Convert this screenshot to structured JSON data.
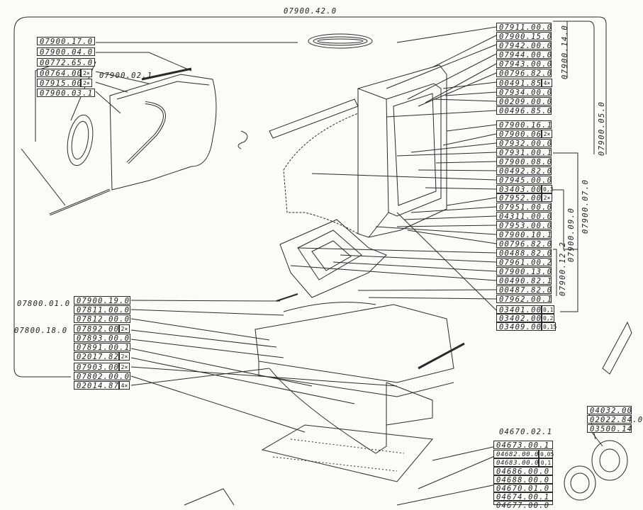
{
  "assembly_top": "07900.42.0",
  "sub_assemblies": {
    "a": "07900.14.0",
    "b": "07900.05.0",
    "c": "07900.07.0",
    "d": "07900.09.0",
    "e": "07900.12.2",
    "f": "07900.02.1",
    "g": "07800.01.0",
    "h": "07800.18.0",
    "i": "04670.02.1"
  },
  "left_parts": [
    "07900.17.0",
    "07900.04.0",
    "00772.65.0",
    "00764.00.0",
    "07915.00.0",
    "07900.03.1"
  ],
  "left_qty": [
    "2×",
    "2×"
  ],
  "right_group_1": [
    "07911.00.0",
    "07900.15.0",
    "07942.00.0",
    "07944.00.0",
    "07943.00.0",
    "00796.82.0"
  ],
  "right_group_2": [
    "00491.85.0",
    "07934.00.0",
    "00209.00.0",
    "00496.85.0"
  ],
  "right_group_2_qty": "4×",
  "right_group_3": [
    "07900.16.1",
    "07900.06.0",
    "07932.00.0",
    "07931.00.1"
  ],
  "right_group_3_qty": "2×",
  "right_group_4": [
    "07900.08.0",
    "00492.82.0",
    "07945.00.0",
    "03403.00.0"
  ],
  "right_group_4_qty": "0,3",
  "right_group_5": [
    "07952.00.0",
    "07951.00.0",
    "04311.00.0",
    "07953.00.0",
    "07900.10.1",
    "00796.82.0"
  ],
  "right_group_5_qty": "2×",
  "right_group_6": [
    "00488.82.0",
    "07961.00.2",
    "07900.13.0",
    "00490.82.1",
    "00487.82.0",
    "07962.00.1"
  ],
  "right_group_7": [
    "03401.00.0",
    "03402.00.0",
    "03409.00.0"
  ],
  "right_group_7_qty": [
    "0,1",
    "0,2",
    "0,15"
  ],
  "lower_left_group_1": [
    "07900.19.0",
    "07811.00.0",
    "07812.00.0"
  ],
  "lower_left_group_2": [
    "07892.00.0",
    "07893.00.0",
    "07891.00.1",
    "02017.82.0"
  ],
  "lower_left_group_2_qty": [
    "2×",
    "2×"
  ],
  "lower_left_group_3": [
    "07903.00.0",
    "07802.00.0",
    "02014.87.0"
  ],
  "lower_left_group_3_qty": [
    "2×",
    "4×"
  ],
  "bottom_group": [
    "04673.00.1",
    "04682.00.0",
    "04683.00.0",
    "04686.00.0",
    "04688.00.0",
    "04670.01.0",
    "04674.00.1",
    "04677.00.0"
  ],
  "bottom_group_qty": [
    "0,05",
    "0,1"
  ],
  "corner_group": [
    "04032.00",
    "02022.84.0",
    "03500.14"
  ]
}
